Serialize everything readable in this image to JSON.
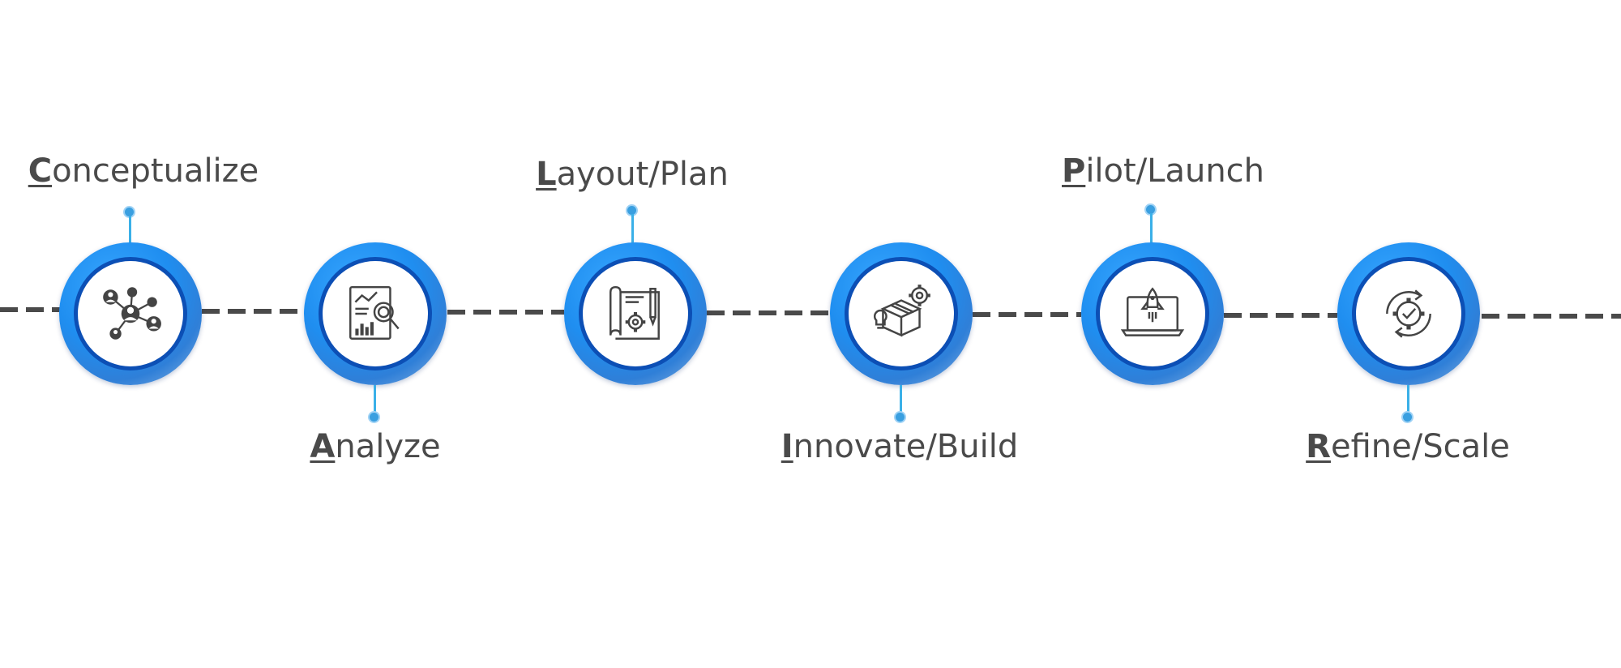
{
  "stages": [
    {
      "initial": "C",
      "rest": "onceptualize",
      "icon": "network-people-icon"
    },
    {
      "initial": "A",
      "rest": "nalyze",
      "icon": "report-magnifier-icon"
    },
    {
      "initial": "L",
      "rest": "ayout/Plan",
      "icon": "blueprint-icon"
    },
    {
      "initial": "I",
      "rest": "nnovate/Build",
      "icon": "box-gears-bulb-icon"
    },
    {
      "initial": "P",
      "rest": "ilot/Launch",
      "icon": "rocket-laptop-icon"
    },
    {
      "initial": "R",
      "rest": "efine/Scale",
      "icon": "cycle-gear-check-icon"
    }
  ],
  "colors": {
    "ring": "#1f8ef0",
    "ring_dark": "#0c4fb5",
    "connector": "#4a4a4a",
    "label": "#4a4a4a",
    "stem": "#3ab0e8"
  }
}
